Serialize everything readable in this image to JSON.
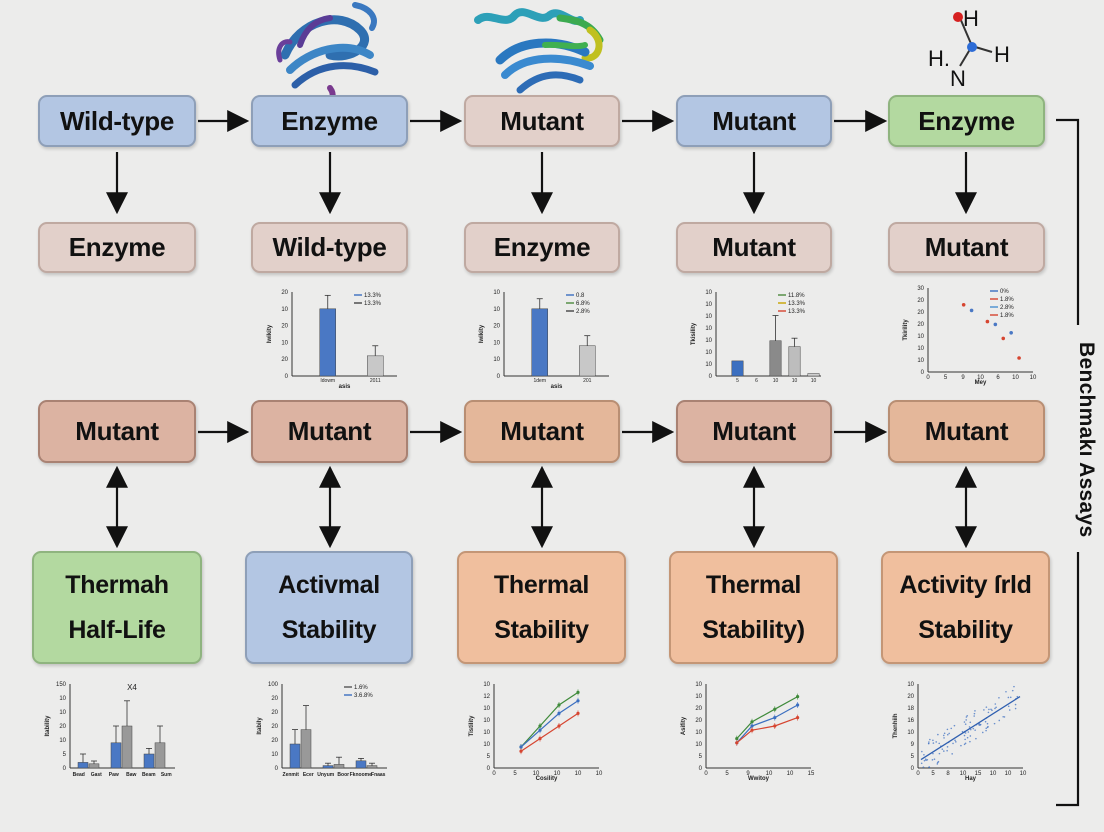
{
  "side_label": "Benchmakı Assays",
  "molecule": {
    "h1": "H",
    "h2": "H.",
    "n": "N",
    "h3": "H"
  },
  "row1": [
    {
      "label": "Wild-type",
      "color": "#b3c6e3"
    },
    {
      "label": "Enzyme",
      "color": "#b3c6e3"
    },
    {
      "label": "Mutant",
      "color": "#e2d0ca"
    },
    {
      "label": "Mutant",
      "color": "#b3c6e3"
    },
    {
      "label": "Enzyme",
      "color": "#b3d9a0"
    }
  ],
  "row2": [
    {
      "label": "Enzyme"
    },
    {
      "label": "Wild-type"
    },
    {
      "label": "Enzyme"
    },
    {
      "label": "Mutant"
    },
    {
      "label": "Mutant"
    }
  ],
  "row3": [
    {
      "label": "Mutant"
    },
    {
      "label": "Mutant"
    },
    {
      "label": "Mutant"
    },
    {
      "label": "Mutant"
    },
    {
      "label": "Mutant"
    }
  ],
  "row4": [
    {
      "line1": "Thermah",
      "line2": "Half-Life",
      "color": "#b3d9a0"
    },
    {
      "line1": "Activmal",
      "line2": "Stability",
      "color": "#b3c6e3"
    },
    {
      "line1": "Thermal",
      "line2": "Stability",
      "color": "#f0bf9e"
    },
    {
      "line1": "Thermal",
      "line2": "Stability)",
      "color": "#f0bf9e"
    },
    {
      "line1": "Activity ſrld",
      "line2": "Stability",
      "color": "#f0bf9e"
    }
  ],
  "chart_data": [
    {
      "id": "mid-1",
      "type": "bar",
      "ylabel": "Iwikity",
      "yticks": [
        "20",
        "10",
        "20",
        "10",
        "20",
        "0"
      ],
      "categories": [
        "Idowm",
        "2011"
      ],
      "xlabel": "asis",
      "values": [
        20,
        6
      ],
      "errors": [
        4,
        3
      ],
      "colors": [
        "#4a78c4",
        "#c8c8c8"
      ],
      "legend": [
        "13.3%",
        "13.3%"
      ],
      "legend_colors": [
        "#3b6fc0",
        "#444444"
      ],
      "ylim": [
        0,
        25
      ]
    },
    {
      "id": "mid-2",
      "type": "bar",
      "ylabel": "Iwikity",
      "yticks": [
        "10",
        "10",
        "20",
        "10",
        "10",
        "0"
      ],
      "categories": [
        "1dem",
        "201"
      ],
      "xlabel": "asis",
      "values": [
        20,
        9
      ],
      "errors": [
        3,
        3
      ],
      "colors": [
        "#4a78c4",
        "#c8c8c8"
      ],
      "legend": [
        "0.8",
        "6.8%",
        "2.8%"
      ],
      "legend_colors": [
        "#3b6fc0",
        "#4d8a3d",
        "#444444"
      ],
      "ylim": [
        0,
        25
      ]
    },
    {
      "id": "mid-3",
      "type": "bar",
      "ylabel": "Tkisility",
      "yticks": [
        "10",
        "10",
        "10",
        "10",
        "10",
        "10",
        "10",
        "0"
      ],
      "categories": [
        "5",
        "6",
        "10",
        "10",
        "10"
      ],
      "xlabel": "",
      "values": [
        1.8,
        0,
        4.2,
        3.5,
        0.3
      ],
      "errors": [
        0,
        0,
        3,
        1,
        0
      ],
      "colors": [
        "#3b6fc0",
        "#888888",
        "#8a8a8a",
        "#bdbdbd",
        "#cfcfcf"
      ],
      "legend": [
        "11.8%",
        "13.3%",
        "13.3%"
      ],
      "legend_colors": [
        "#4d8a3d",
        "#c8a400",
        "#d64530"
      ],
      "ylim": [
        0,
        10
      ]
    },
    {
      "id": "mid-4",
      "type": "scatter",
      "ylabel": "Tkirility",
      "yticks": [
        "30",
        "20",
        "20",
        "20",
        "10",
        "10",
        "10",
        "0"
      ],
      "xticks": [
        "0",
        "5",
        "9",
        "10",
        "6",
        "10",
        "10"
      ],
      "xlabel": "Mey",
      "series": [
        {
          "color": "#d64530",
          "x": [
            4,
            7,
            9,
            11
          ],
          "y": [
            24,
            18,
            12,
            5
          ]
        },
        {
          "color": "#4a78c4",
          "x": [
            5,
            8,
            10
          ],
          "y": [
            22,
            17,
            14
          ]
        }
      ],
      "legend": [
        "0%",
        "1.8%",
        "2.8%",
        "1.8%"
      ],
      "legend_colors": [
        "#3b6fc0",
        "#d64530",
        "#4a90d0",
        "#d64530"
      ],
      "ylim": [
        0,
        30
      ]
    },
    {
      "id": "bot-1",
      "type": "bar",
      "ylabel": "Itability",
      "title": "X4",
      "yticks": [
        "150",
        "10",
        "10",
        "20",
        "10",
        "5",
        "0"
      ],
      "categories": [
        "Bead",
        "Gast",
        "Paw",
        "Baw",
        "Beam",
        "Sum"
      ],
      "xlabel": "",
      "groups": [
        [
          2,
          1.5
        ],
        [
          9,
          15
        ],
        [
          5,
          9
        ]
      ],
      "group_errors": [
        [
          3,
          1
        ],
        [
          6,
          9
        ],
        [
          2,
          6
        ]
      ],
      "colors": [
        "#4a78c4",
        "#999999"
      ],
      "ylim": [
        0,
        30
      ]
    },
    {
      "id": "bot-2",
      "type": "bar",
      "ylabel": "Itabily",
      "yticks": [
        "100",
        "20",
        "20",
        "20",
        "20",
        "10",
        "0"
      ],
      "categories": [
        "Zenmit",
        "Ecer",
        "Unyum",
        "Boor",
        "Fknoome",
        "Fnaas"
      ],
      "xlabel": "",
      "groups": [
        [
          10,
          16
        ],
        [
          1,
          1.5
        ],
        [
          3,
          1
        ]
      ],
      "group_errors": [
        [
          6,
          10
        ],
        [
          1,
          3
        ],
        [
          1,
          1
        ]
      ],
      "colors": [
        "#4a78c4",
        "#999999"
      ],
      "legend": [
        "1.6%",
        "3.6.8%"
      ],
      "legend_colors": [
        "#555555",
        "#3b6fc0"
      ],
      "ylim": [
        0,
        35
      ]
    },
    {
      "id": "bot-3",
      "type": "line",
      "ylabel": "Tistility",
      "yticks": [
        "10",
        "12",
        "10",
        "10",
        "10",
        "10",
        "5",
        "0"
      ],
      "xticks": [
        "0",
        "5",
        "10",
        "10",
        "10",
        "10"
      ],
      "xlabel": "Cosility",
      "x": [
        5,
        10,
        15,
        20
      ],
      "series": [
        {
          "color": "#3f8a3a",
          "values": [
            5,
            10,
            15,
            18
          ]
        },
        {
          "color": "#3b6fc0",
          "values": [
            5,
            9,
            13,
            16
          ]
        },
        {
          "color": "#d64530",
          "values": [
            4,
            7,
            10,
            13
          ]
        }
      ],
      "ylim": [
        0,
        20
      ]
    },
    {
      "id": "bot-4",
      "type": "line",
      "ylabel": "Asifity",
      "yticks": [
        "10",
        "10",
        "20",
        "20",
        "10",
        "10",
        "5",
        "0"
      ],
      "xticks": [
        "0",
        "5",
        "9",
        "10",
        "10",
        "15"
      ],
      "xlabel": "Wwitoy",
      "x": [
        6,
        10,
        16,
        22
      ],
      "series": [
        {
          "color": "#3f8a3a",
          "values": [
            7,
            11,
            14,
            17
          ]
        },
        {
          "color": "#3b6fc0",
          "values": [
            6,
            10,
            12,
            15
          ]
        },
        {
          "color": "#d64530",
          "values": [
            6,
            9,
            10,
            12
          ]
        }
      ],
      "ylim": [
        0,
        20
      ]
    },
    {
      "id": "bot-5",
      "type": "scatter",
      "ylabel": "Thenhiih",
      "yticks": [
        "10",
        "20",
        "18",
        "16",
        "10",
        "9",
        "5",
        "0"
      ],
      "xticks": [
        "0",
        "5",
        "8",
        "10",
        "15",
        "10",
        "10",
        "10"
      ],
      "xlabel": "Hay",
      "trend": [
        [
          0,
          2
        ],
        [
          20,
          17
        ]
      ],
      "color": "#4a78c4",
      "ylim": [
        0,
        20
      ]
    }
  ]
}
